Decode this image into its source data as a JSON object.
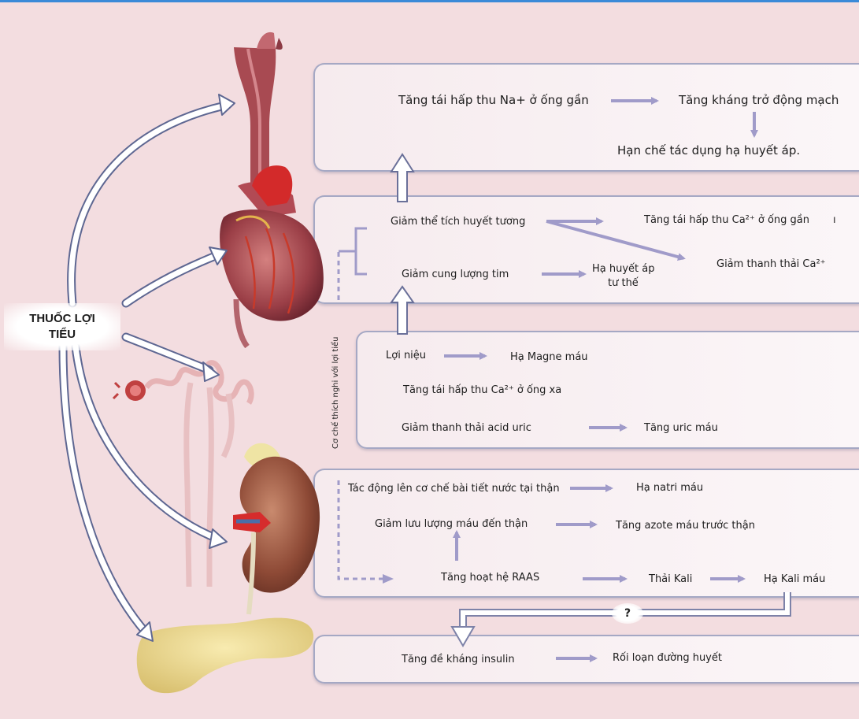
{
  "diuretic_label": [
    "THUỐC LỢI",
    "TIỂU"
  ],
  "vertical_label": "Cơ chế thích nghi với lợi tiểu",
  "question_mark": "?",
  "box_artery": {
    "line1_left": "Tăng tái hấp thu Na+ ở ống gần",
    "line1_right": "Tăng kháng trở động mạch",
    "line2": "Hạn chế tác dụng hạ huyết áp."
  },
  "box_heart": {
    "plasma_volume": "Giảm thể tích huyết tương",
    "ca_reabsorb_proximal": "Tăng tái hấp thu Ca²⁺ ở ống gần",
    "ca_clearance": "Giảm thanh thải Ca²⁺",
    "cardiac_output": "Giảm cung lượng tim",
    "postural_hypotension_1": "Hạ huyết áp",
    "postural_hypotension_2": "tư thế",
    "stray_mark": "ı"
  },
  "box_nephron": {
    "natriuresis": "Lợi niệu",
    "hypomagnesemia": "Hạ Magne máu",
    "ca_reabsorb_distal": "Tăng tái hấp thu Ca²⁺ ở ống xa",
    "uric_clearance": "Giảm thanh thải acid uric",
    "hyperuricemia": "Tăng uric máu"
  },
  "box_kidney": {
    "water_excretion": "Tác động lên cơ chế bài tiết nước tại thận",
    "hyponatremia": "Hạ natri máu",
    "renal_flow": "Giảm lưu lượng máu đến thận",
    "prerenal_azotemia": "Tăng azote máu trước thận",
    "raas": "Tăng hoạt hệ RAAS",
    "kaliuresis": "Thải Kali",
    "hypokalemia": "Hạ Kali máu"
  },
  "box_pancreas": {
    "insulin_resistance": "Tăng đề kháng insulin",
    "dysglycemia": "Rối loạn đường huyết"
  },
  "colors": {
    "background": "#f3dde0",
    "arrow_lavender": "#a09bc9",
    "box_border": "#a5a8c4",
    "hollow_arrow": "#5e6792"
  }
}
